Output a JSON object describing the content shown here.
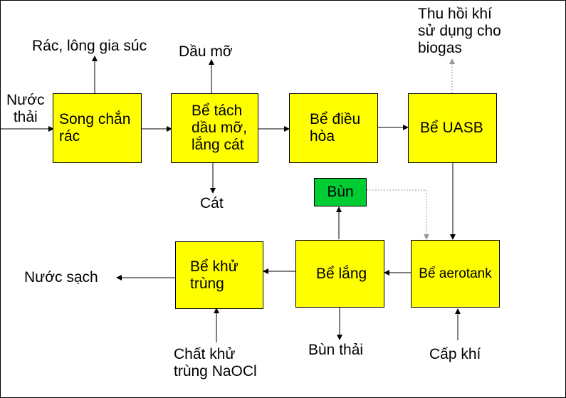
{
  "colors": {
    "process_fill": "#ffff00",
    "sludge_fill": "#00cc33",
    "line": "#000000",
    "dotted_line": "#999999"
  },
  "boxes": {
    "song_chan_rac": "Song chắn\nrác",
    "be_tach_dau_mo": "Bể tách\ndầu mỡ,\nlắng cát",
    "be_dieu_hoa": "Bể điều\nhòa",
    "be_uasb": "Bể UASB",
    "bun": "Bùn",
    "be_khu_trung": "Bể khử\ntrùng",
    "be_lang": "Bể lắng",
    "be_aerotank": "Bể aerotank"
  },
  "labels": {
    "nuoc_thai": "Nước\nthải",
    "rac_long_gia_suc": "Rác, lông gia súc",
    "dau_mo": "Dầu mỡ",
    "thu_hoi_khi": "Thu hồi khí\nsử dụng cho\nbiogas",
    "cat": "Cát",
    "nuoc_sach": "Nước sạch",
    "chat_khu_trung": "Chất khử\ntrùng NaOCl",
    "bun_thai": "Bùn thải",
    "cap_khi": "Cấp khí"
  }
}
